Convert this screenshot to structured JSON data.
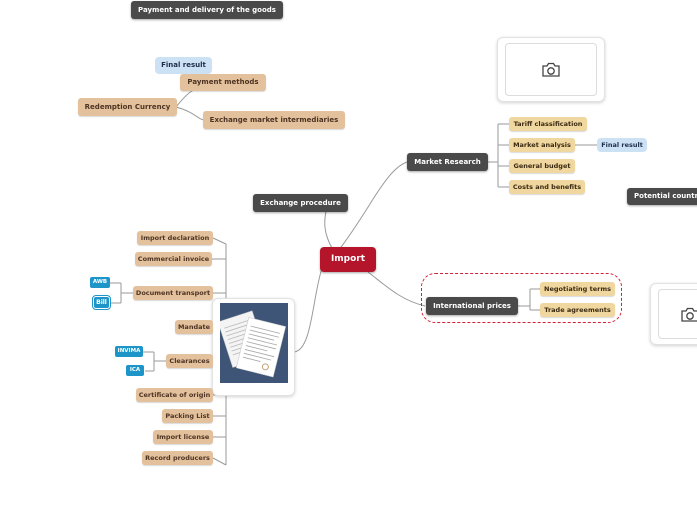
{
  "title_topic": "Payment and delivery of the goods",
  "central": "Import",
  "top_left": {
    "redemption_currency": "Redemption Currency",
    "final_result": "Final result",
    "payment_methods": "Payment methods",
    "exchange_intermediaries": "Exchange market intermediaries"
  },
  "exchange_procedure": "Exchange procedure",
  "market_research": {
    "label": "Market Research",
    "items": [
      "Tariff classification",
      "Market analysis",
      "General budget",
      "Costs and benefits"
    ],
    "market_analysis_note": "Final result"
  },
  "potential_countries": "Potential countr",
  "international_prices": {
    "label": "International prices",
    "items": [
      "Negotiating terms",
      "Trade agreements"
    ]
  },
  "documents": {
    "items": [
      "Import declaration",
      "Commercial invoice",
      "Document transport",
      "Mandate",
      "Clearances",
      "Certificate of origin",
      "Packing List",
      "Import license",
      "Record producers"
    ],
    "transport_tags": [
      "AWB",
      "Bill"
    ],
    "clearance_tags": [
      "INVIMA",
      "ICA"
    ]
  },
  "icons": [
    "camera-icon",
    "document-image"
  ],
  "colors": {
    "central": "#b5152b",
    "dark_topic": "#4a4a4a",
    "tan_topic": "#e3c19d",
    "yellow_topic": "#f0d79f",
    "note_blue": "#cde1f5",
    "tag_teal": "#1e95c8",
    "boundary_red": "#d31f36"
  }
}
